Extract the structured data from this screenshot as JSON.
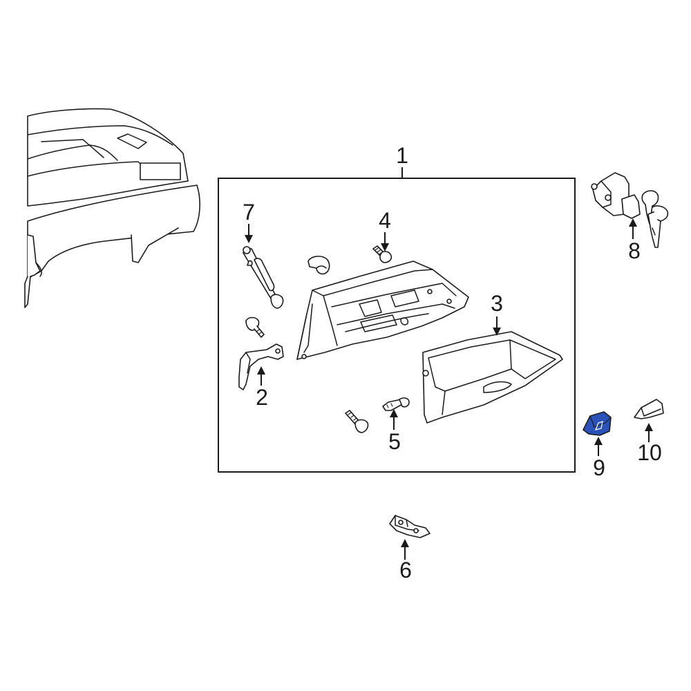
{
  "callouts": {
    "c1": "1",
    "c2": "2",
    "c3": "3",
    "c4": "4",
    "c5": "5",
    "c6": "6",
    "c7": "7",
    "c8": "8",
    "c9": "9",
    "c10": "10"
  },
  "colors": {
    "line": "#1a1a1a",
    "highlight": "#2a52b8",
    "background": "#ffffff"
  }
}
